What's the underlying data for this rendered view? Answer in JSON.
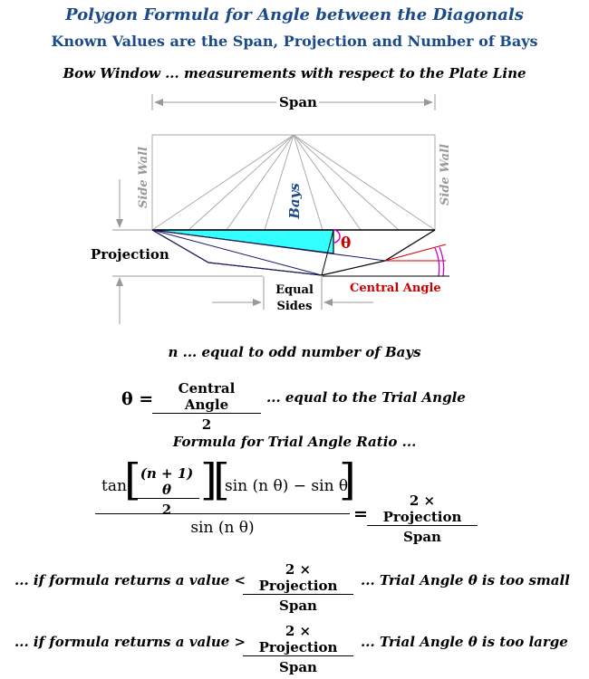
{
  "header": {
    "title": "Polygon Formula for Angle between the Diagonals",
    "subtitle": "Known Values are the Span, Projection and Number of Bays",
    "caption": "Bow Window ... measurements with respect to the Plate Line"
  },
  "diagram": {
    "span": "Span",
    "side_wall_left": "Side Wall",
    "side_wall_right": "Side Wall",
    "bays": "Bays",
    "theta": "θ",
    "projection": "Projection",
    "central_angle": "Central Angle",
    "equal": "Equal",
    "sides": "Sides",
    "colors": {
      "fill": "#33ffff",
      "accent": "#cc0000",
      "magenta": "#cc00cc",
      "bays": "#1a4a8a",
      "grey": "#999999"
    }
  },
  "formulas": {
    "n_note": "n  ... equal to odd number of Bays",
    "theta_lhs": "θ =",
    "theta_num": "Central Angle",
    "theta_den": "2",
    "theta_note": "... equal to the Trial Angle",
    "ratio_heading": "Formula for Trial Angle Ratio ...",
    "tan": "tan",
    "inner_num": "(n + 1) θ",
    "inner_den": "2",
    "sin_diff": "sin (n θ) − sin θ",
    "den_sin": "sin (n θ)",
    "equals": "=",
    "rhs_num": "2 × Projection",
    "rhs_den": "Span",
    "cond1_pre": "... if formula returns a value <",
    "cond1_post": "... Trial Angle  θ  is too small",
    "cond2_pre": "... if formula returns a value >",
    "cond2_post": "... Trial Angle  θ  is too large",
    "cond_num": "2 × Projection",
    "cond_den": "Span"
  }
}
